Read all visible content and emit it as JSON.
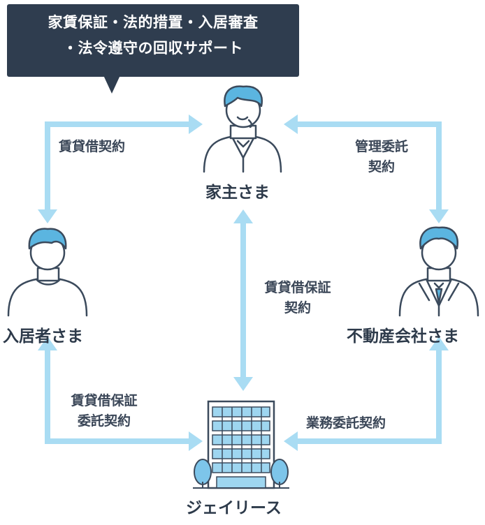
{
  "callout": {
    "line1": "家賃保証・法的措置・入居審査",
    "line2": "・法令遵守の回収サポート"
  },
  "nodes": {
    "landlord": "家主さま",
    "tenant": "入居者さま",
    "realestate": "不動産会社さま",
    "company": "ジェイリース"
  },
  "edges": {
    "tenant_landlord": "賃貸借契約",
    "landlord_realestate": [
      "管理委託",
      "契約"
    ],
    "landlord_company": [
      "賃貸借保証",
      "契約"
    ],
    "tenant_company": [
      "賃貸借保証",
      "委託契約"
    ],
    "realestate_company": "業務委託契約"
  },
  "colors": {
    "arrow": "#a9dcf3",
    "hair": "#5bb5e0",
    "outline": "#3b4a5c",
    "building_window": "#9ed6f0",
    "tree": "#7dc5ea",
    "bubble_bg": "#2f3d4f"
  },
  "icons": [
    "landlord-person-icon",
    "tenant-person-icon",
    "agent-person-icon",
    "building-icon"
  ]
}
